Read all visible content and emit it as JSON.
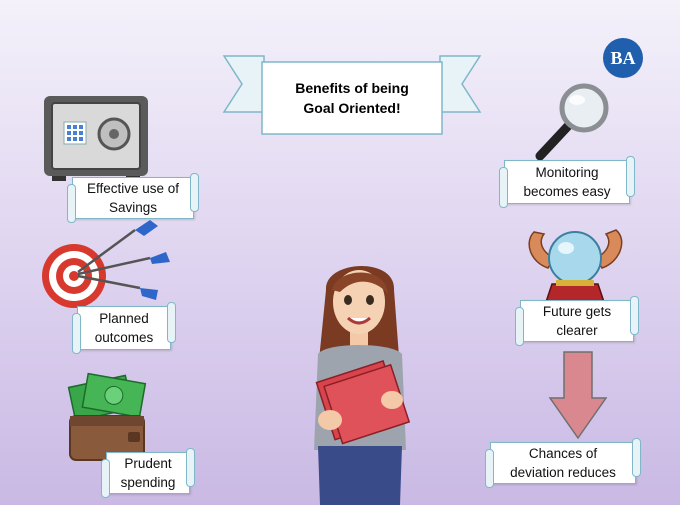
{
  "title": {
    "line1": "Benefits of being",
    "line2": "Goal Oriented!"
  },
  "logo": {
    "text": "BA",
    "color": "#1f5fae"
  },
  "benefits": [
    {
      "label": "Effective use of\nSavings",
      "icon": "safe-icon"
    },
    {
      "label": "Planned\noutcomes",
      "icon": "target-icon"
    },
    {
      "label": "Prudent\nspending",
      "icon": "wallet-icon"
    },
    {
      "label": "Monitoring\nbecomes easy",
      "icon": "magnifier-icon"
    },
    {
      "label": "Future gets\nclearer",
      "icon": "crystal-ball-icon"
    },
    {
      "label": "Chances of\ndeviation reduces",
      "icon": "down-arrow-icon"
    }
  ],
  "colors": {
    "border": "#7fb7c9",
    "arrow": "#d9888f",
    "logo": "#1f5fae"
  }
}
